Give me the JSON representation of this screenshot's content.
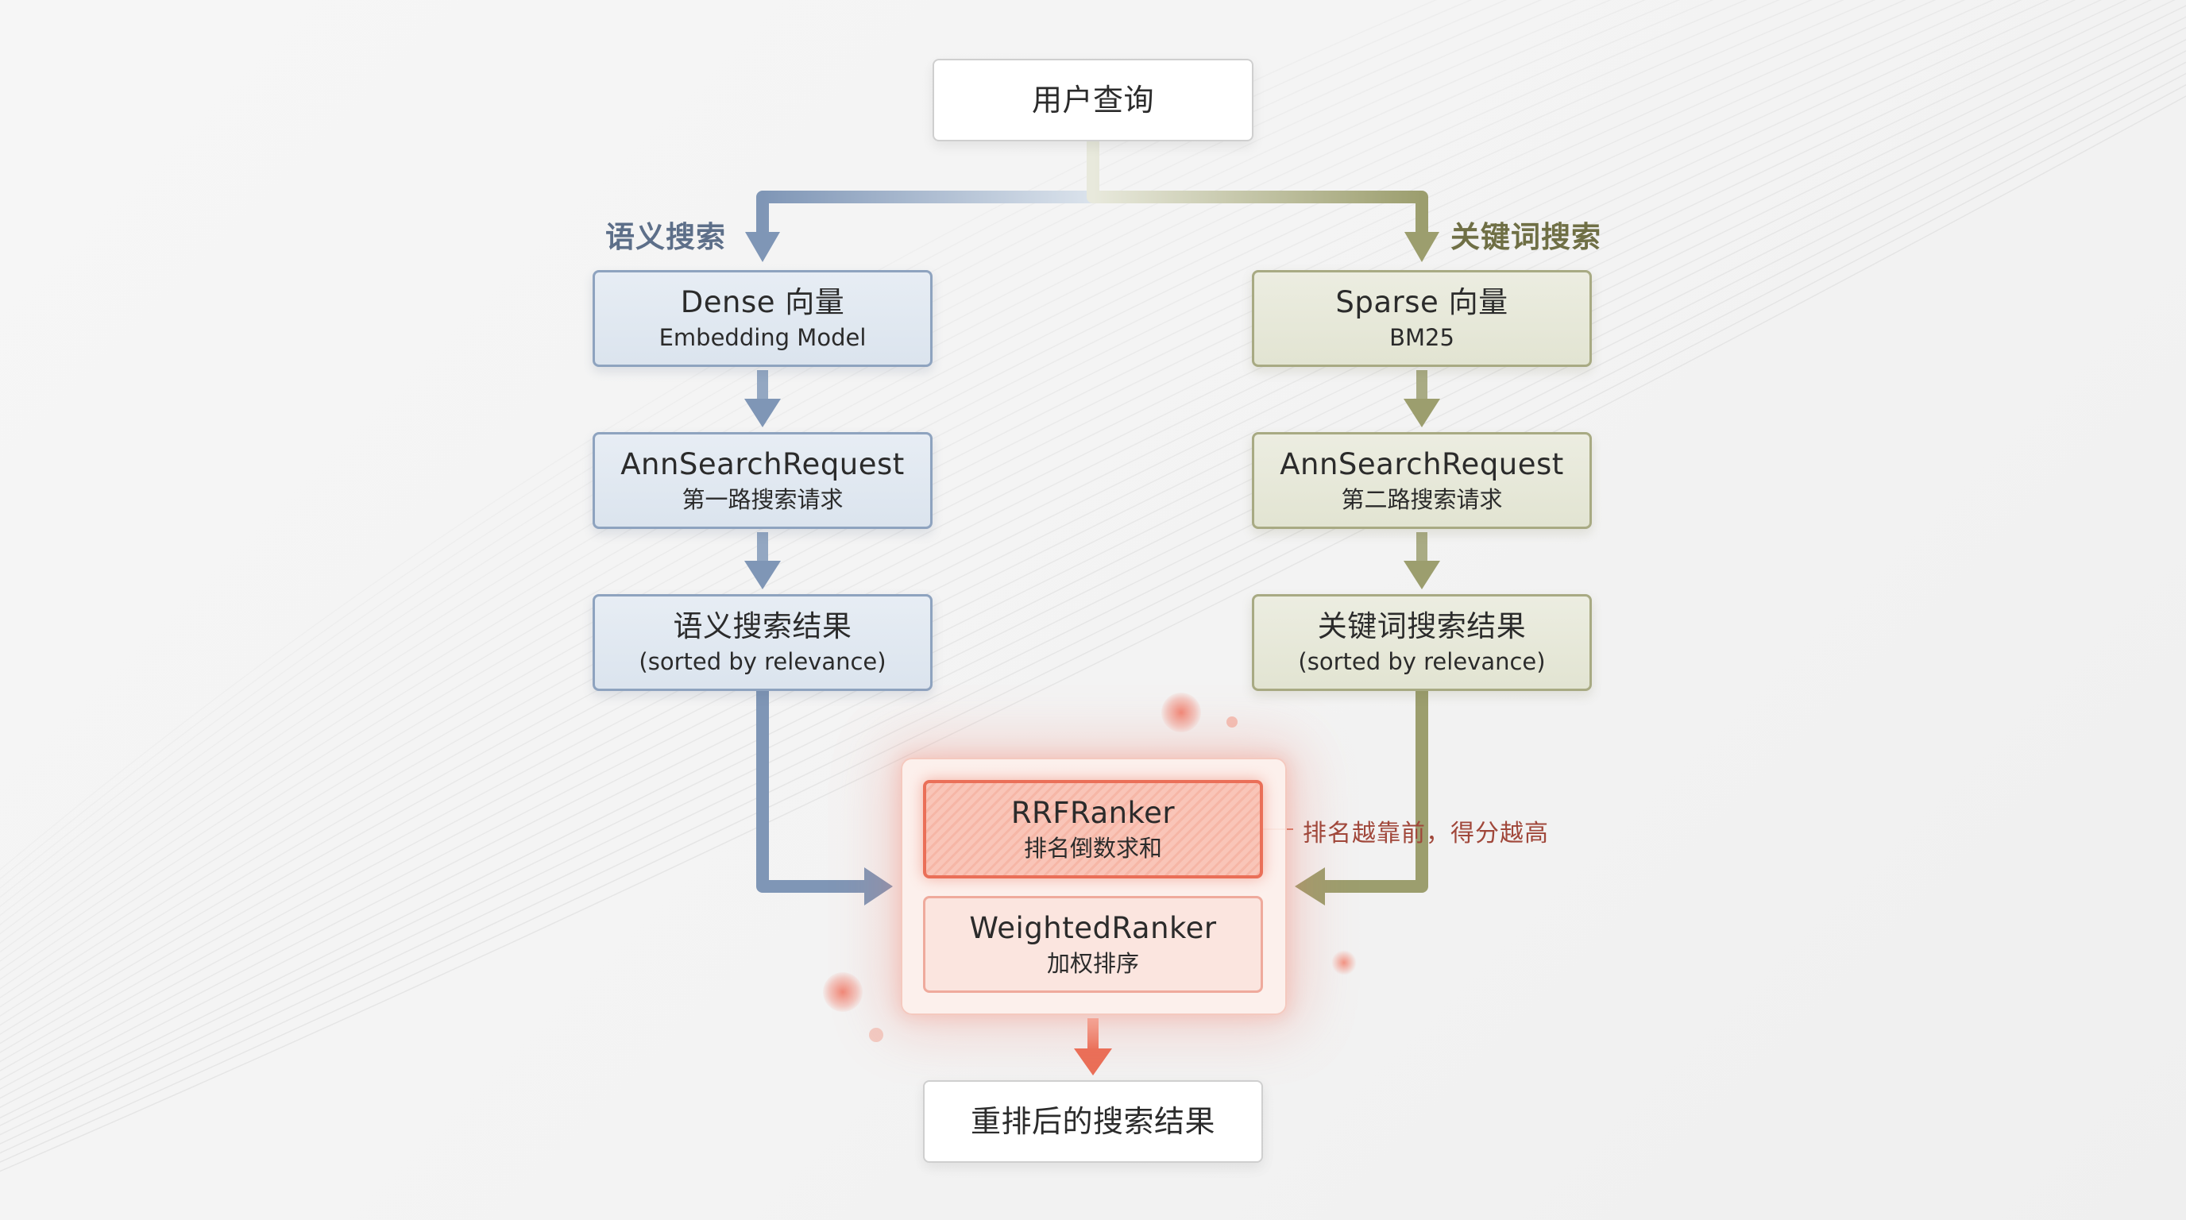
{
  "query_node": {
    "title": "用户查询"
  },
  "left_branch": {
    "label": "语义搜索",
    "vector": {
      "title": "Dense 向量",
      "subtitle": "Embedding Model"
    },
    "request": {
      "title": "AnnSearchRequest",
      "subtitle": "第一路搜索请求"
    },
    "results": {
      "title": "语义搜索结果",
      "subtitle": "(sorted by relevance)"
    }
  },
  "right_branch": {
    "label": "关键词搜索",
    "vector": {
      "title": "Sparse 向量",
      "subtitle": "BM25"
    },
    "request": {
      "title": "AnnSearchRequest",
      "subtitle": "第二路搜索请求"
    },
    "results": {
      "title": "关键词搜索结果",
      "subtitle": "(sorted by relevance)"
    }
  },
  "rankers": {
    "rrf": {
      "title": "RRFRanker",
      "subtitle": "排名倒数求和"
    },
    "weighted": {
      "title": "WeightedRanker",
      "subtitle": "加权排序"
    },
    "note": "排名越靠前，得分越高"
  },
  "final_node": {
    "title": "重排后的搜索结果"
  },
  "colors": {
    "semantic_blue": "#7f96b6",
    "keyword_olive": "#9c9e6e",
    "ranker_red": "#ea6f58",
    "semantic_label": "#5d6f89",
    "keyword_label": "#6f6f45"
  }
}
